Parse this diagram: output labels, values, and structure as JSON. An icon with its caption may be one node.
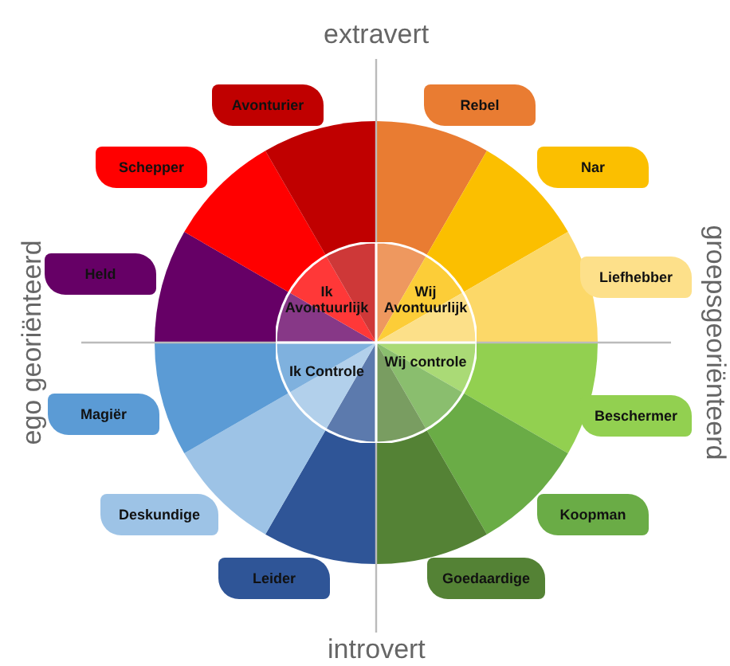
{
  "diagram": {
    "nodes": [
      {
        "text": [
          "Avonturier"
        ]
      },
      {
        "text": [
          "Rebel"
        ]
      },
      {
        "text": [
          "Schepper"
        ]
      },
      {
        "text": [
          "Nar"
        ]
      },
      {
        "text": [
          "Held"
        ]
      },
      {
        "text": [
          "Liefhebber"
        ]
      },
      {
        "text": [
          "Magiër"
        ]
      },
      {
        "text": [
          "Beschermer"
        ]
      },
      {
        "text": [
          "Deskundige"
        ]
      },
      {
        "text": [
          "Koopman"
        ]
      },
      {
        "text": [
          "Leider"
        ]
      },
      {
        "text": [
          "Goedaardige"
        ]
      },
      {
        "text": [
          "Ik Avontuurlijk"
        ]
      },
      {
        "text": [
          "Wij Avontuurlijk"
        ]
      },
      {
        "text": [
          "Ik Controle"
        ]
      },
      {
        "text": [
          "Wij controle"
        ]
      }
    ],
    "edges": [],
    "labels": [
      "extravert",
      "ego georiënteerd",
      "groepsgeoriënteerd",
      "introvert"
    ]
  }
}
